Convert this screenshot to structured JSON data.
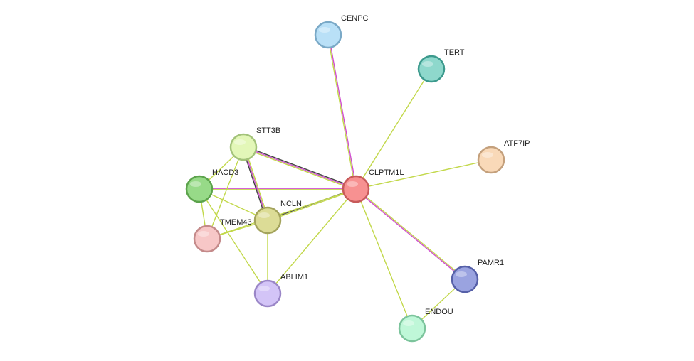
{
  "network": {
    "nodes": [
      {
        "id": "CLPTM1L",
        "label": "CLPTM1L",
        "fill": "#f79191",
        "stroke": "#c75a5a"
      },
      {
        "id": "CENPC",
        "label": "CENPC",
        "fill": "#b9e0f7",
        "stroke": "#7aa9c7"
      },
      {
        "id": "TERT",
        "label": "TERT",
        "fill": "#8ed8cc",
        "stroke": "#3c9a8d"
      },
      {
        "id": "ATF7IP",
        "label": "ATF7IP",
        "fill": "#f9d9b8",
        "stroke": "#c4a07c"
      },
      {
        "id": "STT3B",
        "label": "STT3B",
        "fill": "#e3f7b8",
        "stroke": "#a3c37a"
      },
      {
        "id": "HACD3",
        "label": "HACD3",
        "fill": "#97da88",
        "stroke": "#5ca34c"
      },
      {
        "id": "NCLN",
        "label": "NCLN",
        "fill": "#dcdc96",
        "stroke": "#a3a35c"
      },
      {
        "id": "TMEM43",
        "label": "TMEM43",
        "fill": "#f7c7c7",
        "stroke": "#c48a8a"
      },
      {
        "id": "ABLIM1",
        "label": "ABLIM1",
        "fill": "#d3c4f7",
        "stroke": "#9a86c7"
      },
      {
        "id": "PAMR1",
        "label": "PAMR1",
        "fill": "#9aa3e0",
        "stroke": "#5660a8"
      },
      {
        "id": "ENDOU",
        "label": "ENDOU",
        "fill": "#bff7d8",
        "stroke": "#7cc49c"
      }
    ],
    "edges": [
      {
        "source": "CLPTM1L",
        "target": "CENPC",
        "types": [
          "#c2d84a",
          "#d04fd0"
        ]
      },
      {
        "source": "CLPTM1L",
        "target": "TERT",
        "types": [
          "#c2d84a"
        ]
      },
      {
        "source": "CLPTM1L",
        "target": "ATF7IP",
        "types": [
          "#c2d84a"
        ]
      },
      {
        "source": "CLPTM1L",
        "target": "STT3B",
        "types": [
          "#c2d84a",
          "#d04fd0",
          "#444444"
        ]
      },
      {
        "source": "CLPTM1L",
        "target": "HACD3",
        "types": [
          "#c2d84a",
          "#d04fd0"
        ]
      },
      {
        "source": "CLPTM1L",
        "target": "NCLN",
        "types": [
          "#c2d84a",
          "#444444"
        ]
      },
      {
        "source": "CLPTM1L",
        "target": "TMEM43",
        "types": [
          "#c2d84a"
        ]
      },
      {
        "source": "CLPTM1L",
        "target": "ABLIM1",
        "types": [
          "#c2d84a"
        ]
      },
      {
        "source": "CLPTM1L",
        "target": "PAMR1",
        "types": [
          "#c2d84a",
          "#d04fd0"
        ]
      },
      {
        "source": "CLPTM1L",
        "target": "ENDOU",
        "types": [
          "#c2d84a"
        ]
      },
      {
        "source": "STT3B",
        "target": "NCLN",
        "types": [
          "#c2d84a",
          "#d04fd0",
          "#444444"
        ]
      },
      {
        "source": "STT3B",
        "target": "HACD3",
        "types": [
          "#c2d84a"
        ]
      },
      {
        "source": "STT3B",
        "target": "TMEM43",
        "types": [
          "#c2d84a"
        ]
      },
      {
        "source": "HACD3",
        "target": "NCLN",
        "types": [
          "#c2d84a"
        ]
      },
      {
        "source": "HACD3",
        "target": "TMEM43",
        "types": [
          "#c2d84a"
        ]
      },
      {
        "source": "HACD3",
        "target": "ABLIM1",
        "types": [
          "#c2d84a"
        ]
      },
      {
        "source": "NCLN",
        "target": "TMEM43",
        "types": [
          "#c2d84a"
        ]
      },
      {
        "source": "NCLN",
        "target": "ABLIM1",
        "types": [
          "#c2d84a"
        ]
      },
      {
        "source": "PAMR1",
        "target": "ENDOU",
        "types": [
          "#c2d84a"
        ]
      }
    ]
  }
}
